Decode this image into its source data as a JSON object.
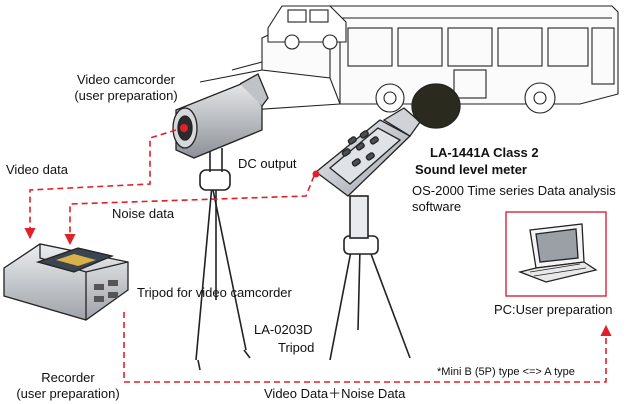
{
  "labels": {
    "video_camcorder": "Video camcorder",
    "video_camcorder_sub": "(user preparation)",
    "video_data": "Video data",
    "dc_output": "DC output",
    "meter_model": "LA-1441A  Class 2",
    "meter_name": "Sound level meter",
    "software_line1": "OS-2000 Time series Data analysis",
    "software_line2": "software",
    "noise_data": "Noise data",
    "tripod_camcorder": "Tripod for video camcorder",
    "tripod_model": "LA-0203D",
    "tripod_name": "Tripod",
    "pc": "PC:User preparation",
    "cable_note": "*Mini B (5P) type <=> A type",
    "recorder": "Recorder",
    "recorder_sub": "(user preparation)",
    "bottom_flow": "Video Data＋Noise Data"
  },
  "colors": {
    "flow_line": "#e0202a",
    "outline": "#222222",
    "pc_frame": "#d8243a",
    "device_gray": "#c9ccd1",
    "windscreen": "#2a2a1e"
  },
  "icons": [
    "bus-icon",
    "camcorder-icon",
    "sound-level-meter-icon",
    "tripod-icon",
    "laptop-icon",
    "recorder-icon"
  ]
}
